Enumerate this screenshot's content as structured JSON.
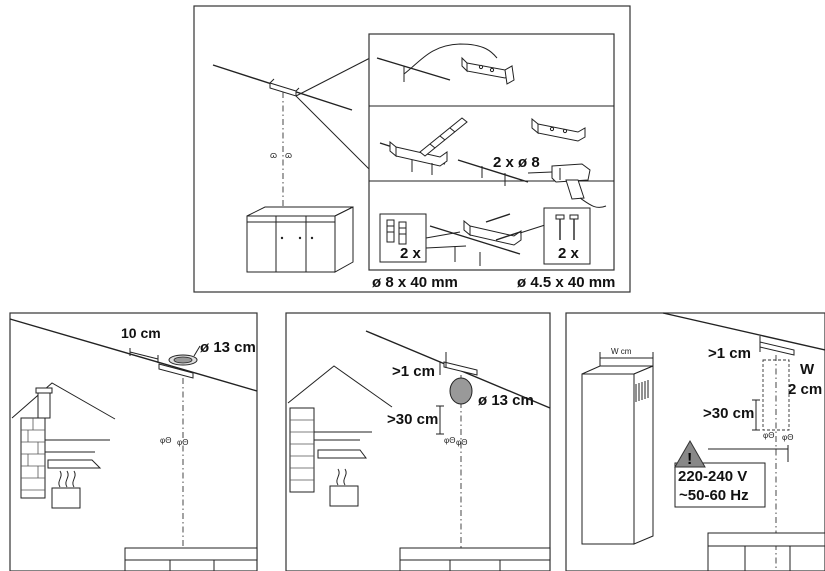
{
  "labels": {
    "top_drill": "2 x ø 8",
    "top_dowels_count": "2 x",
    "top_screws_count": "2 x",
    "top_dowel_size": "ø 8 x 40 mm",
    "top_screw_size": "ø 4.5 x 40 mm",
    "left_distance": "10 cm",
    "left_diameter": "ø 13 cm",
    "mid_distance_top": ">1 cm",
    "mid_diameter": "ø 13 cm",
    "mid_distance_bottom": ">30 cm",
    "right_chimney_width": "W cm",
    "right_distance_top": ">1 cm",
    "right_width": "W",
    "right_width_offset": "2 cm",
    "right_distance_bottom": ">30 cm",
    "right_voltage": "220-240 V",
    "right_frequency": "~50-60 Hz"
  },
  "icons": {
    "warning": "warning-triangle-icon",
    "drill": "power-drill-icon",
    "screwdriver": "screwdriver-icon"
  }
}
